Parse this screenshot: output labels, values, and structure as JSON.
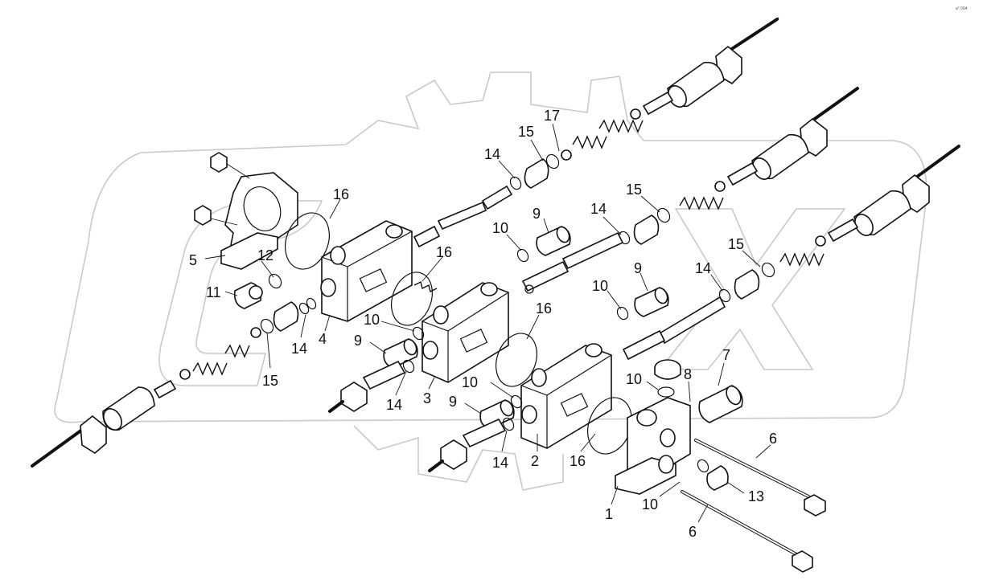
{
  "corner_mark": "a° 004",
  "callouts": {
    "c1": "1",
    "c2": "2",
    "c3": "3",
    "c4": "4",
    "c5": "5",
    "c6a": "6",
    "c6b": "6",
    "c7": "7",
    "c8": "8",
    "c9a": "9",
    "c9b": "9",
    "c9c": "9",
    "c9d": "9",
    "c10a": "10",
    "c10b": "10",
    "c10c": "10",
    "c10d": "10",
    "c10e": "10",
    "c10f": "10",
    "c11": "11",
    "c12": "12",
    "c13": "13",
    "c14a": "14",
    "c14b": "14",
    "c14c": "14",
    "c14d": "14",
    "c14e": "14",
    "c14f": "14",
    "c15a": "15",
    "c15b": "15",
    "c15c": "15",
    "c15d": "15",
    "c16a": "16",
    "c16b": "16",
    "c16c": "16",
    "c16d": "16",
    "c17": "17"
  }
}
